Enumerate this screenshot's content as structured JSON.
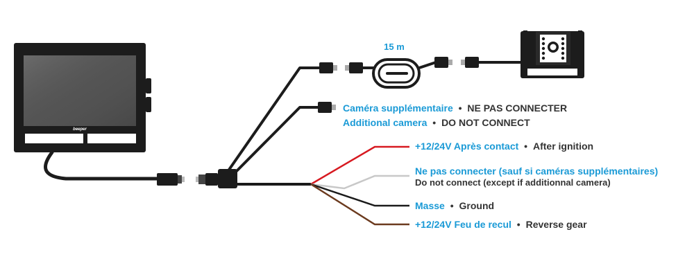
{
  "brand_logo": "beeper",
  "cable_length_label": "15 m",
  "labels": {
    "extra_camera_fr": "Caméra supplémentaire",
    "extra_camera_fr_note": "NE PAS CONNECTER",
    "extra_camera_en": "Additional camera",
    "extra_camera_en_note": "DO NOT CONNECT",
    "red_fr": "+12/24V Après contact",
    "red_en": "After ignition",
    "grey_fr": "Ne pas connecter (sauf si caméras supplémentaires)",
    "grey_en": "Do not connect (except if additionnal camera)",
    "black_fr": "Masse",
    "black_en": "Ground",
    "brown_fr": "+12/24V Feu de recul",
    "brown_en": "Reverse gear"
  },
  "separator": "•",
  "colors": {
    "accent_blue": "#1a9ad6",
    "text_dark": "#333333",
    "wire_red": "#d71920",
    "wire_grey": "#c8c8c8",
    "wire_black": "#1a1a1a",
    "wire_brown": "#6b3a1e",
    "device_black": "#1c1c1c"
  }
}
